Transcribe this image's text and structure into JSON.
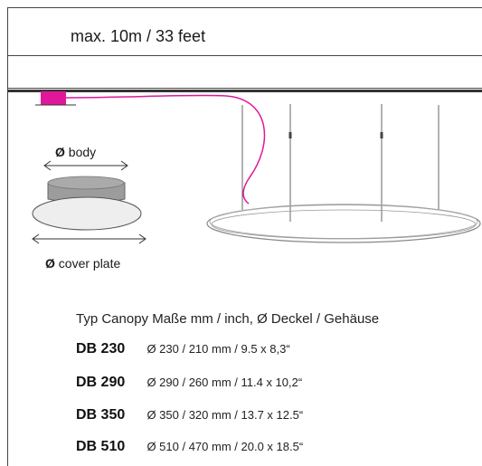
{
  "header": {
    "max_length": "max. 10m / 33 feet"
  },
  "body_label": {
    "symbol": "Ø",
    "text": "body"
  },
  "cover_label": {
    "symbol": "Ø",
    "text": "cover plate"
  },
  "table": {
    "header": "Typ Canopy   Maße  mm / inch, Ø Deckel / Gehäuse",
    "rows": [
      {
        "type": "DB 230",
        "dims": "Ø 230 / 210 mm  /  9.5 x  8,3“"
      },
      {
        "type": "DB 290",
        "dims": "Ø 290 / 260 mm  / 11.4 x 10,2“"
      },
      {
        "type": "DB 350",
        "dims": "Ø 350 / 320 mm  / 13.7 x 12.5“"
      },
      {
        "type": "DB 510",
        "dims": "Ø 510 / 470 mm  / 20.0 x 18.5“"
      }
    ]
  },
  "colors": {
    "cable": "#e0179a",
    "canopy": "#e0179a",
    "line": "#444444"
  }
}
